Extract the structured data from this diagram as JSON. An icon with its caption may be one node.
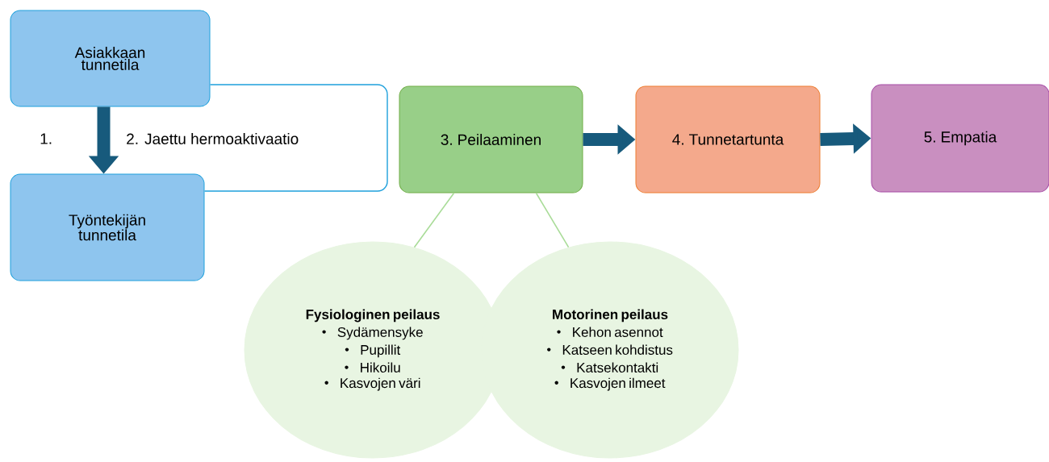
{
  "diagram": {
    "nodes": [
      {
        "text": [
          "Asiakkaan tunnetila"
        ]
      },
      {
        "text": [
          "Työntekijän tunnetila"
        ]
      },
      {
        "text": [
          "3. Peilaaminen"
        ]
      },
      {
        "text": [
          "4. Tunnetartunta"
        ]
      },
      {
        "text": [
          "5. Empatia"
        ]
      },
      {
        "text": [
          "Fysiologinen peilaus",
          "Sydämensyke",
          "Pupillit",
          "Hikoilu",
          "Kasvojen väri"
        ]
      },
      {
        "text": [
          "Motorinen peilaus",
          "Kehon asennot",
          "Katseen kohdistus",
          "Katsekontakti",
          "Kasvojen ilmeet"
        ]
      }
    ],
    "edges": [
      {
        "from": 0,
        "to": 1,
        "arrow": "to",
        "label": "1.",
        "style": "thick",
        "color": "#175a7c"
      },
      {
        "from": 0,
        "to": 1,
        "arrow": "none",
        "label": "2. Jaettu hermoaktivaatio",
        "color": "#1ea0dc"
      },
      {
        "from": 2,
        "to": 3,
        "arrow": "to",
        "style": "thick",
        "color": "#175a7c"
      },
      {
        "from": 3,
        "to": 4,
        "arrow": "to",
        "style": "thick",
        "color": "#175a7c"
      },
      {
        "from": 2,
        "to": 5,
        "arrow": "none",
        "color": "#a9dc98"
      },
      {
        "from": 2,
        "to": 6,
        "arrow": "none",
        "color": "#a9dc98"
      }
    ]
  }
}
